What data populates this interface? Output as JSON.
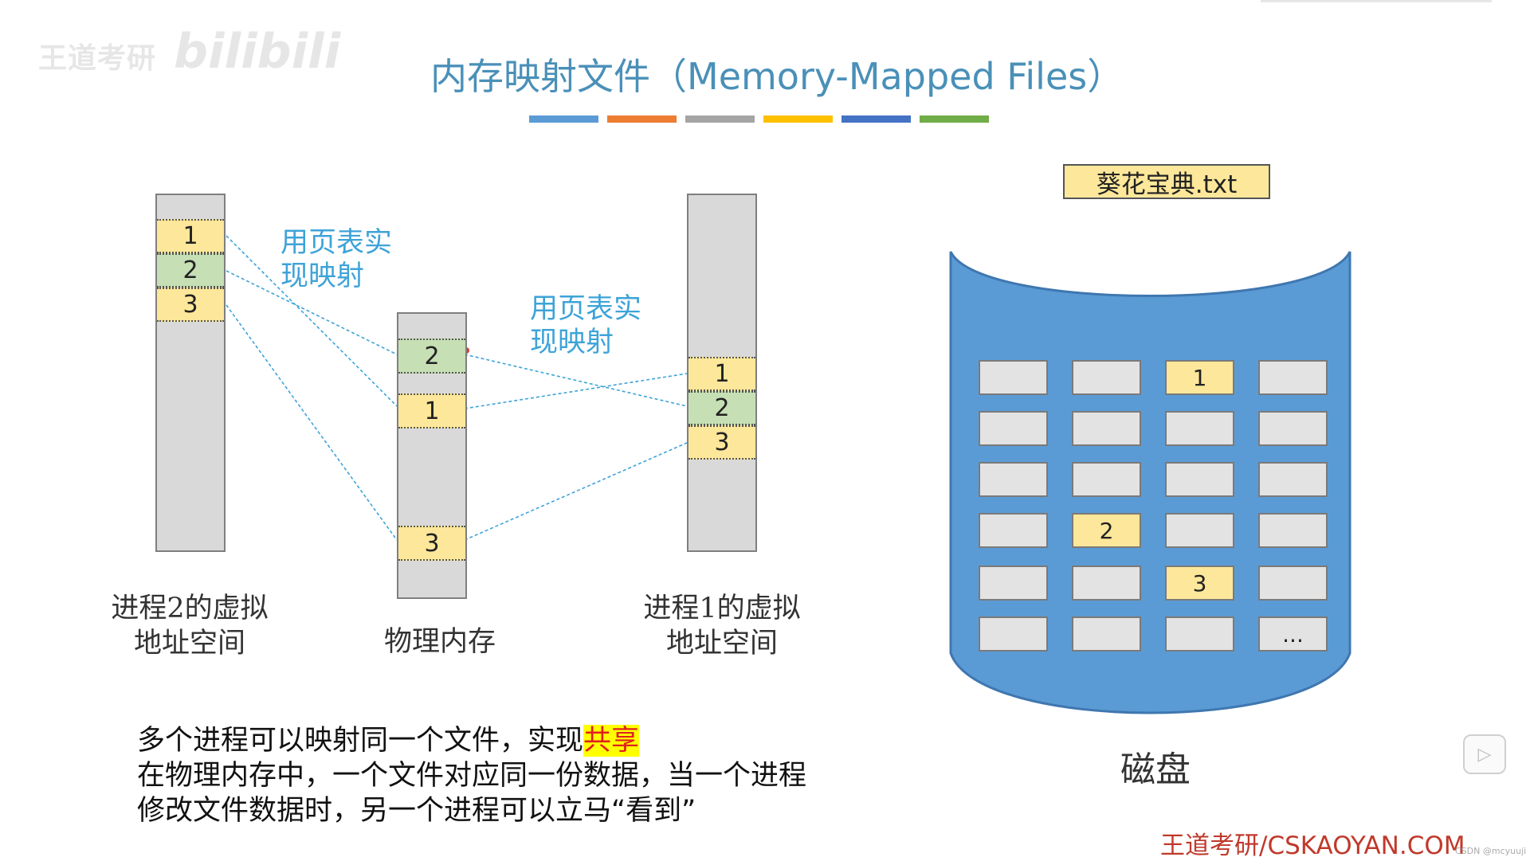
{
  "title": "内存映射文件（Memory-Mapped Files）",
  "watermark": {
    "left": "王道考研",
    "right": "bilibili"
  },
  "color_bars": [
    "#5b9bd5",
    "#ed7d31",
    "#a5a5a5",
    "#ffc000",
    "#4472c4",
    "#70ad47"
  ],
  "process2": {
    "pages": [
      "1",
      "2",
      "3"
    ],
    "label_line1": "进程2的虚拟",
    "label_line2": "地址空间"
  },
  "physical_memory": {
    "pages": [
      "2",
      "1",
      "3"
    ],
    "label": "物理内存"
  },
  "process1": {
    "pages": [
      "1",
      "2",
      "3"
    ],
    "label_line1": "进程1的虚拟",
    "label_line2": "地址空间"
  },
  "mapping_labels": {
    "left_line1": "用页表实",
    "left_line2": "现映射",
    "right_line1": "用页表实",
    "right_line2": "现映射"
  },
  "file": {
    "name": "葵花宝典.txt"
  },
  "disk": {
    "label": "磁盘",
    "blocks": [
      [
        "",
        "",
        "1",
        ""
      ],
      [
        "",
        "",
        "",
        ""
      ],
      [
        "",
        "",
        "",
        ""
      ],
      [
        "",
        "2",
        "",
        ""
      ],
      [
        "",
        "",
        "3",
        ""
      ],
      [
        "",
        "",
        "",
        "..."
      ]
    ]
  },
  "description": {
    "line1_before": "多个进程可以映射同一个文件，实现",
    "line1_highlight": "共享",
    "line2": "在物理内存中，一个文件对应同一份数据，当一个进程",
    "line3": "修改文件数据时，另一个进程可以立马“看到”"
  },
  "brand": "王道考研/CSKAOYAN.COM",
  "csdn_mark": "CSDN @mcyuuji",
  "colors": {
    "title": "#4a90b8",
    "page_yellow": "#fde79a",
    "page_green": "#c6dfb4",
    "disk_blue": "#5b9bd5",
    "mapping_line": "#3ea3d8",
    "highlight_bg": "#ffff00",
    "highlight_text": "#e0201f"
  },
  "icons": {
    "player": "play-icon"
  }
}
